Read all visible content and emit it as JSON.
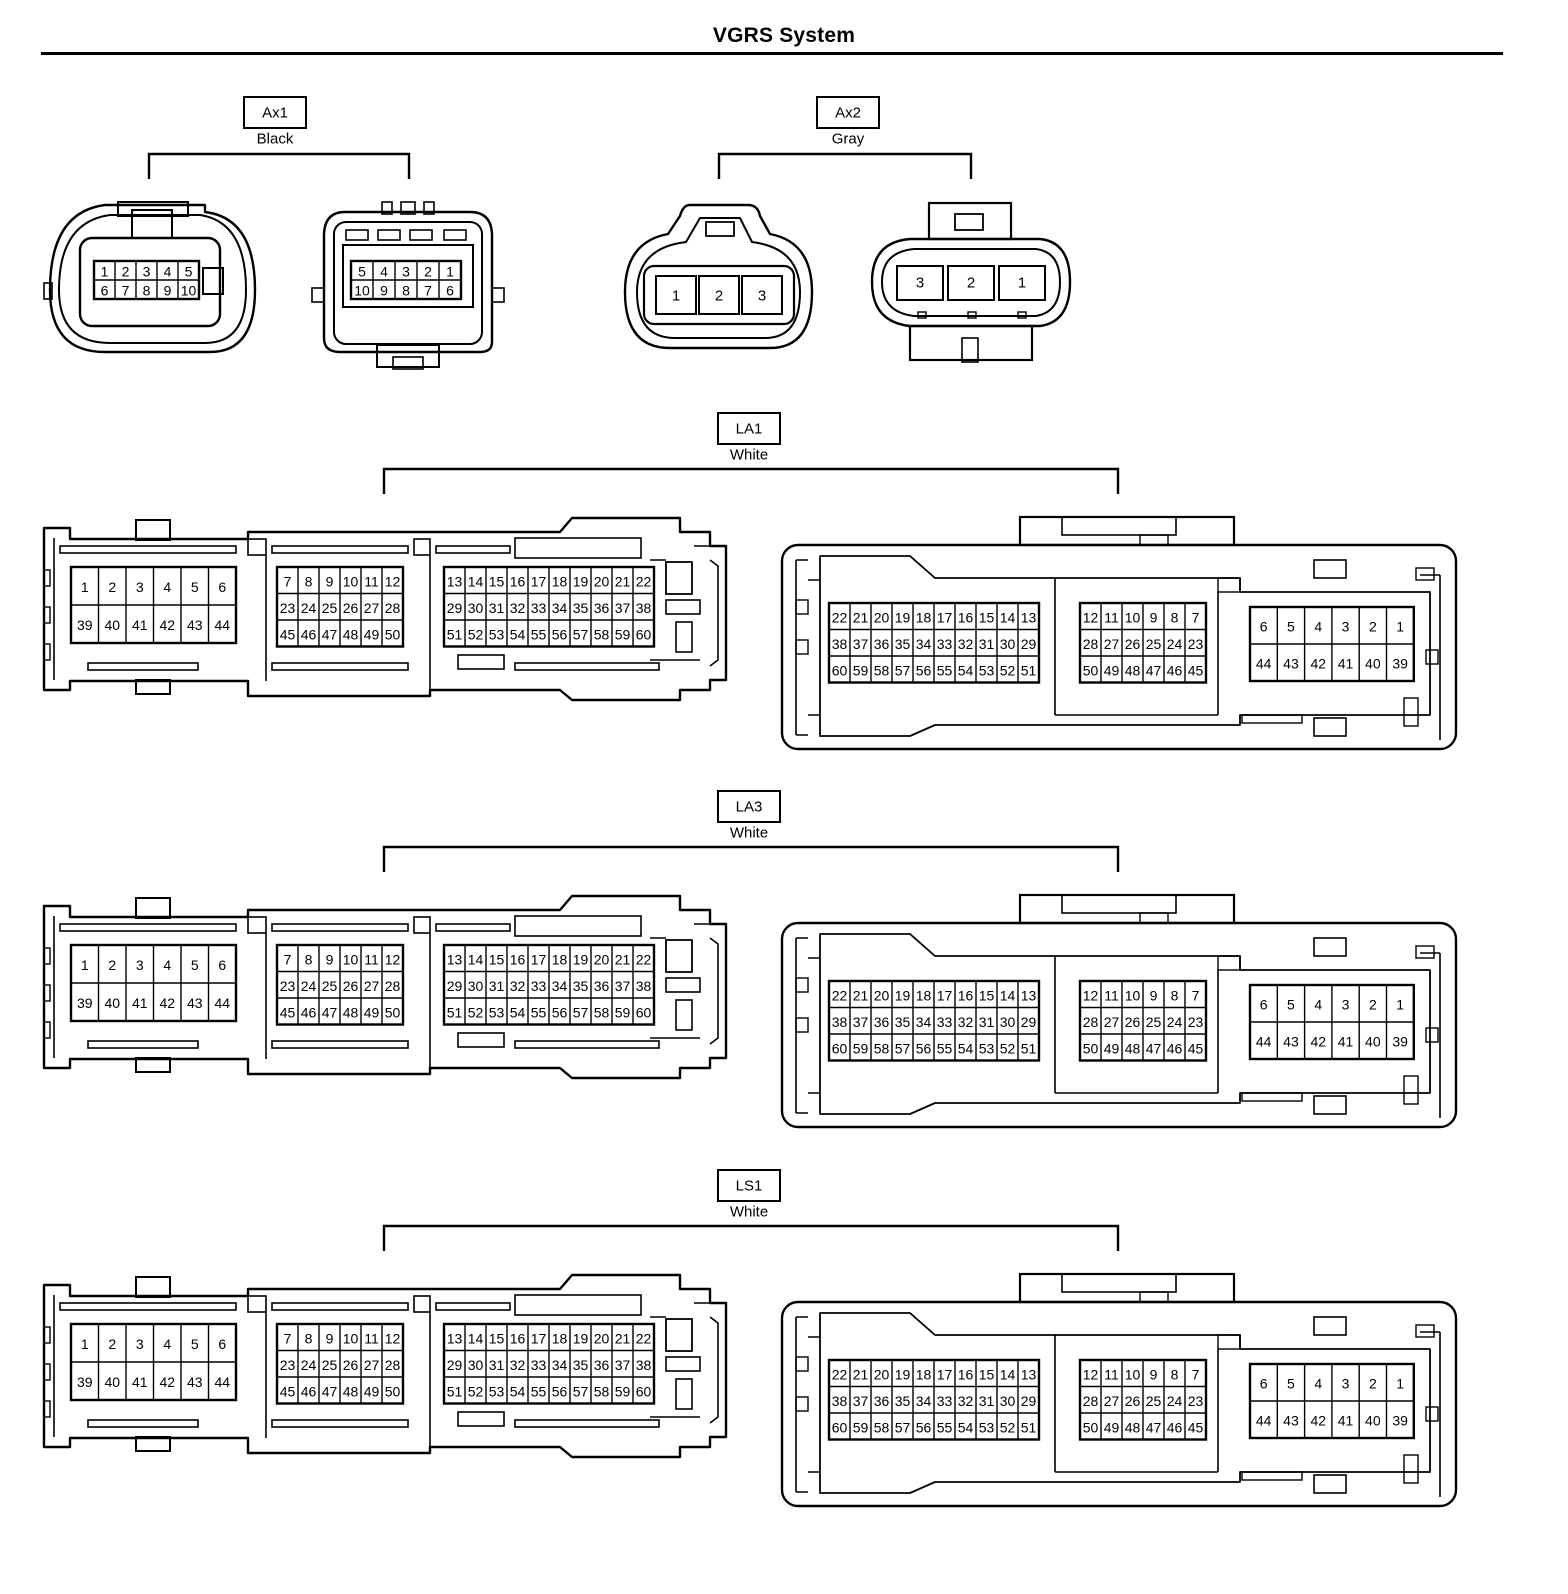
{
  "title": "VGRS System",
  "connectors": [
    {
      "id": "Ax1",
      "color": "Black",
      "left_rows": [
        [
          "1",
          "2",
          "3",
          "4",
          "5"
        ],
        [
          "6",
          "7",
          "8",
          "9",
          "10"
        ]
      ],
      "right_rows": [
        [
          "5",
          "4",
          "3",
          "2",
          "1"
        ],
        [
          "10",
          "9",
          "8",
          "7",
          "6"
        ]
      ]
    },
    {
      "id": "Ax2",
      "color": "Gray",
      "left_pins": [
        "1",
        "2",
        "3"
      ],
      "right_pins": [
        "3",
        "2",
        "1"
      ]
    },
    {
      "id": "LA1",
      "color": "White"
    },
    {
      "id": "LA3",
      "color": "White"
    },
    {
      "id": "LS1",
      "color": "White"
    }
  ],
  "large_pinout": {
    "left": {
      "block_a": [
        [
          "1",
          "2",
          "3",
          "4",
          "5",
          "6"
        ],
        [
          "39",
          "40",
          "41",
          "42",
          "43",
          "44"
        ]
      ],
      "block_b": [
        [
          "7",
          "8",
          "9",
          "10",
          "11",
          "12"
        ],
        [
          "23",
          "24",
          "25",
          "26",
          "27",
          "28"
        ],
        [
          "45",
          "46",
          "47",
          "48",
          "49",
          "50"
        ]
      ],
      "block_c": [
        [
          "13",
          "14",
          "15",
          "16",
          "17",
          "18",
          "19",
          "20",
          "21",
          "22"
        ],
        [
          "29",
          "30",
          "31",
          "32",
          "33",
          "34",
          "35",
          "36",
          "37",
          "38"
        ],
        [
          "51",
          "52",
          "53",
          "54",
          "55",
          "56",
          "57",
          "58",
          "59",
          "60"
        ]
      ]
    },
    "right": {
      "block_c": [
        [
          "22",
          "21",
          "20",
          "19",
          "18",
          "17",
          "16",
          "15",
          "14",
          "13"
        ],
        [
          "38",
          "37",
          "36",
          "35",
          "34",
          "33",
          "32",
          "31",
          "30",
          "29"
        ],
        [
          "60",
          "59",
          "58",
          "57",
          "56",
          "55",
          "54",
          "53",
          "52",
          "51"
        ]
      ],
      "block_b": [
        [
          "12",
          "11",
          "10",
          "9",
          "8",
          "7"
        ],
        [
          "28",
          "27",
          "26",
          "25",
          "24",
          "23"
        ],
        [
          "50",
          "49",
          "48",
          "47",
          "46",
          "45"
        ]
      ],
      "block_a": [
        [
          "6",
          "5",
          "4",
          "3",
          "2",
          "1"
        ],
        [
          "44",
          "43",
          "42",
          "41",
          "40",
          "39"
        ]
      ]
    }
  }
}
